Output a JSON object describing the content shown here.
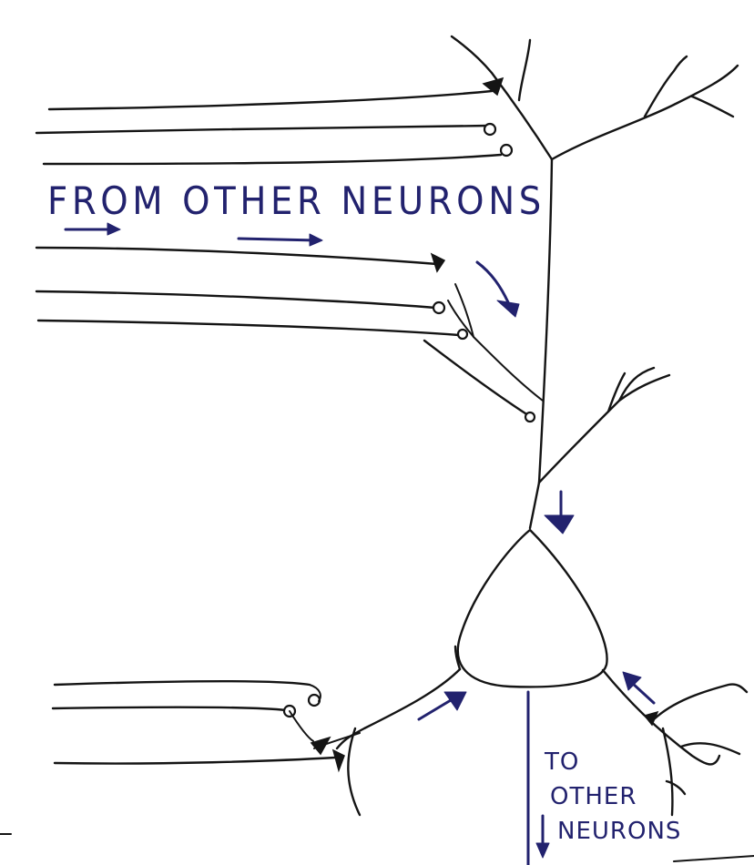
{
  "labels": {
    "from_other_neurons": "FROM OTHER NEURONS",
    "to": "TO",
    "other": "OTHER",
    "neurons": "NEURONS"
  },
  "colors": {
    "ink": "#141414",
    "annotation": "#22226e",
    "background": "#ffffff"
  }
}
